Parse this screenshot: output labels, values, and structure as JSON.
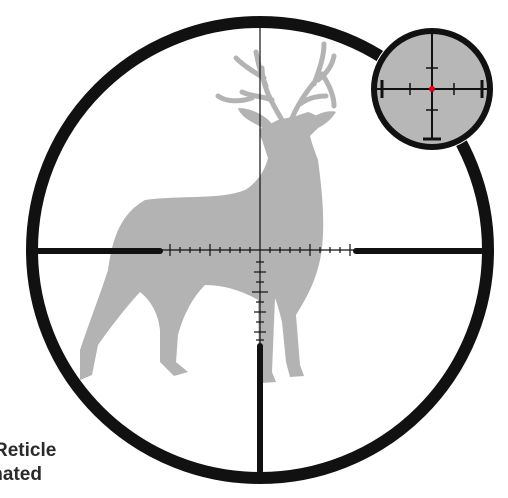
{
  "colors": {
    "ring": "#111111",
    "silhouette": "#b3b3b3",
    "inset_fill": "#b7b7b7",
    "center_dot": "#e2001a",
    "caption": "#2b2b2b"
  },
  "icons": {
    "main_view": "rifle-scope-reticle-icon",
    "subject": "whitetail-deer-silhouette",
    "inset": "illuminated-reticle-detail-icon"
  },
  "captions": {
    "line1": "Reticle",
    "line2": "inated"
  }
}
